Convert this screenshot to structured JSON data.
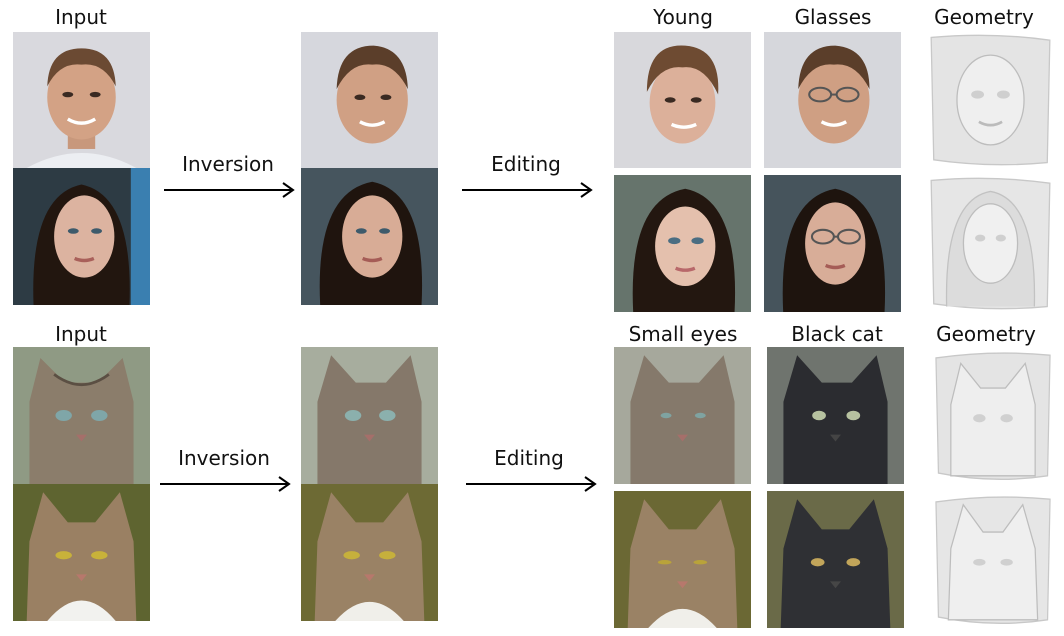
{
  "sections": [
    {
      "subject": "human faces",
      "input_label": "Input",
      "inversion_label": "Inversion",
      "editing_label": "Editing",
      "edit_labels": [
        "Young",
        "Glasses"
      ],
      "geometry_label": "Geometry"
    },
    {
      "subject": "cats",
      "input_label": "Input",
      "inversion_label": "Inversion",
      "editing_label": "Editing",
      "edit_labels": [
        "Small eyes",
        "Black cat"
      ],
      "geometry_label": "Geometry"
    }
  ],
  "icons": [
    "face-photo",
    "cat-photo",
    "geometry-render",
    "arrow-right"
  ],
  "colors": {
    "skin": "#d7a98c",
    "hair_dark": "#2a1c16",
    "tabby": "#8a7a66",
    "black_cat": "#2e2e32",
    "geometry": "#e6e6e6"
  }
}
